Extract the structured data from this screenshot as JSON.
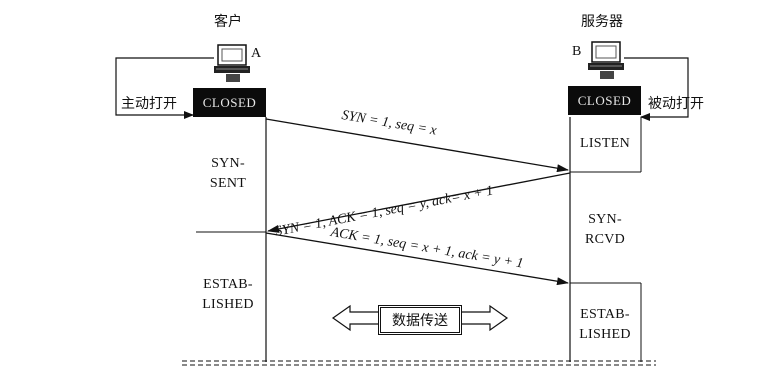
{
  "client": {
    "title": "客户",
    "host_letter": "A",
    "open_action": "主动打开",
    "closed_state": "CLOSED",
    "states": [
      "SYN-",
      "SENT",
      "ESTAB-",
      "LISHED"
    ]
  },
  "server": {
    "title": "服务器",
    "host_letter": "B",
    "open_action": "被动打开",
    "closed_state": "CLOSED",
    "states": [
      "LISTEN",
      "SYN-",
      "RCVD",
      "ESTAB-",
      "LISHED"
    ]
  },
  "messages": [
    "SYN = 1, seq = x",
    "SYN = 1, ACK = 1, seq = y, ack= x + 1",
    "ACK = 1, seq = x + 1, ack = y + 1"
  ],
  "data_transfer": "数据传送"
}
